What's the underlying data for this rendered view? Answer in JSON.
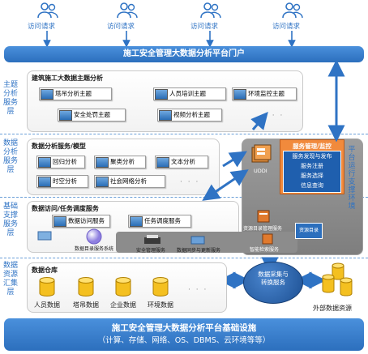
{
  "access": {
    "label": "访问请求",
    "requests": [
      {
        "label": "访问请求"
      },
      {
        "label": "访问请求"
      },
      {
        "label": "访问请求"
      },
      {
        "label": "访问请求"
      }
    ]
  },
  "portal": {
    "title": "施工安全管理大数据分析平台门户"
  },
  "layers": {
    "theme": "主题分析服务层",
    "analysis": "数据分析服务层",
    "support": "基础支撑服务层",
    "data": "数据资源汇集层"
  },
  "theme_panel": {
    "title": "建筑施工大数据主题分析",
    "items": [
      "塔吊分析主题",
      "人员培训主题",
      "环境监控主题",
      "安全处罚主题",
      "视频分析主题"
    ],
    "more": "· · ·"
  },
  "analysis_panel": {
    "title": "数据分析服务/模型",
    "items": [
      "回归分析",
      "聚类分析",
      "文本分析",
      "时空分析",
      "社会网络分析"
    ],
    "more": "· · ·"
  },
  "support_panel": {
    "title": "数据访问/任务调度服务",
    "items": [
      "数据访问服务",
      "任务调度服务"
    ],
    "registry": "数据目录服务系统",
    "security": "安全管理服务",
    "sync": "数据同步与更新服务",
    "resource_dir": "资源目录管理服务",
    "resource_dir2": "资源目录",
    "smart_search": "智能检索服务"
  },
  "service_panel": {
    "title": "服务管理/监控",
    "items": [
      "服务发现与发布",
      "服务注册",
      "服务选择",
      "信息查询"
    ],
    "uddi": "UDDI"
  },
  "vertical_label": "平台运行支撑环境",
  "warehouse": {
    "title": "数据仓库",
    "items": [
      "人员数据",
      "塔吊数据",
      "企业数据",
      "环境数据"
    ],
    "more": "· · ·"
  },
  "exchange": {
    "label": "数据采集与转换服务"
  },
  "external": {
    "label": "外部数据资源"
  },
  "infra": {
    "title": "施工安全管理大数据分析平台基础设施",
    "subtitle": "（计算、存储、网络、OS、DBMS、云环境等等）"
  },
  "colors": {
    "brand_blue": "#2c6fbd",
    "label_blue": "#2f73c4",
    "service_orange": "#e8782f",
    "support_grey": "#8c8c8c"
  }
}
